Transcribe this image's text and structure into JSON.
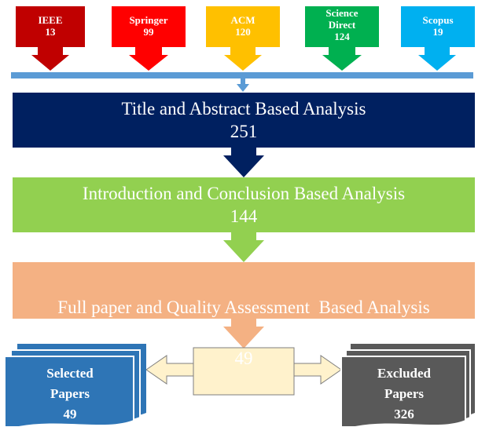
{
  "sources": [
    {
      "name": "IEEE",
      "count": "13",
      "color": "#c00000"
    },
    {
      "name": "Springer",
      "count": "99",
      "color": "#ff0000"
    },
    {
      "name": "ACM",
      "count": "120",
      "color": "#ffc000"
    },
    {
      "name_lines": [
        "Science",
        "Direct"
      ],
      "count": "124",
      "color": "#00b050"
    },
    {
      "name": "Scopus",
      "count": "19",
      "color": "#00b0f0"
    }
  ],
  "stages": [
    {
      "title": "Title and Abstract Based Analysis",
      "count": "251",
      "color": "#002060"
    },
    {
      "title": "Introduction and Conclusion Based Analysis",
      "count": "144",
      "color": "#92d050"
    },
    {
      "title": "Full paper and Quality Assessment  Based Analysis",
      "count": "49",
      "color": "#f4b183"
    }
  ],
  "outcomes": {
    "selected": {
      "line1": "Selected",
      "line2": "Papers",
      "count": "49",
      "color": "#2e75b6"
    },
    "excluded": {
      "line1": "Excluded",
      "line2": "Papers",
      "count": "326",
      "color": "#595959"
    }
  },
  "colors": {
    "collector_bar": "#5b9bd5",
    "center_box": "#fff2cc",
    "center_box_border": "#7f7f7f"
  }
}
